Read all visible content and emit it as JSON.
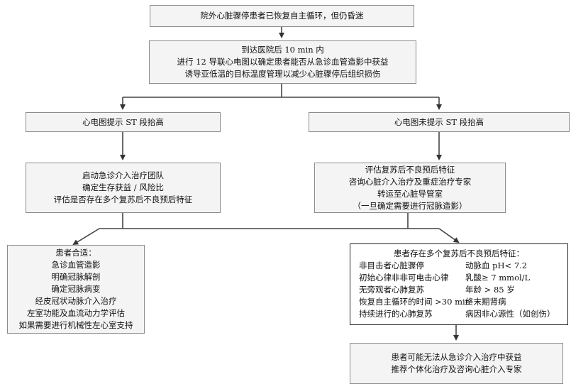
{
  "top": {
    "title": "院外心脏骤停患者已恢复自主循环，但仍昏迷"
  },
  "arrival": {
    "lines": [
      "到达医院后 10 min 内",
      "进行 12 导联心电图以确定患者能否从急诊血管造影中获益",
      "诱导亚低温的目标温度管理以减少心脏骤停后组织损伤"
    ]
  },
  "left_branch": {
    "title": "心电图提示 ST 段抬高",
    "action_lines": [
      "启动急诊介入治疗团队",
      "确定生存获益 / 风险比",
      "评估是否存在多个复苏后不良预后特征"
    ]
  },
  "right_branch": {
    "title": "心电图未提示 ST 段抬高",
    "action_lines": [
      "评估复苏后不良预后特征",
      "咨询心脏介入治疗及重症治疗专家",
      "转运至心脏导管室",
      "（一旦确定需要进行冠脉造影）"
    ]
  },
  "suitable": {
    "title": "患者合适：",
    "items": [
      "急诊血管造影",
      "明确冠脉解剖",
      "确定冠脉病变",
      "经皮冠状动脉介入治疗",
      "左室功能及血流动力学评估",
      "如果需要进行机械性左心室支持"
    ]
  },
  "adverse": {
    "title": "患者存在多个复苏后不良预后特征：",
    "features": [
      [
        "非目击者心脏骤停",
        "动脉血 pH< 7.2"
      ],
      [
        "初始心律非非可电击心律",
        "乳酸≥ 7 mmol/L"
      ],
      [
        "无旁观者心肺复苏",
        "年龄 > 85 岁"
      ],
      [
        "恢复自主循环的时间 >30 min",
        "终末期肾病"
      ],
      [
        "持续进行的心肺复苏",
        "病因非心源性（如创伤）"
      ]
    ]
  },
  "outcome": {
    "lines": [
      "患者可能无法从急诊介入治疗中获益",
      "推荐个体化治疗及咨询心脏介入专家"
    ]
  }
}
